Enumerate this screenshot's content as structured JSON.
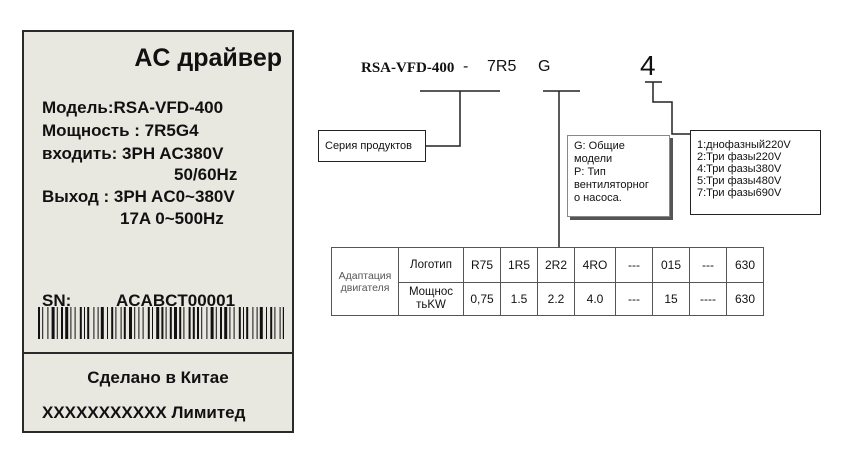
{
  "nameplate": {
    "title": "AC драйвер",
    "model": "Модель:RSA-VFD-400",
    "power": "Мощность : 7R5G4",
    "input_line1": "входить: 3PH AC380V",
    "input_line2": "50/60Hz",
    "output_line1": "Выход : 3PH AC0~380V",
    "output_line2": "17A 0~500Hz",
    "sn_label": "SN:",
    "sn_value": "ACABCT00001",
    "origin": "Сделано в Китае",
    "maker": "ХХХХХХХХХХХ Лимитед"
  },
  "model_code": {
    "series": "RSA-VFD-400",
    "dash": "-",
    "power": "7R5",
    "type": "G",
    "voltage": "4"
  },
  "callouts": {
    "series": "Серия продуктов",
    "type_lines": [
      "G: Общие",
      "модели",
      "P: Тип",
      "вентиляторног",
      "о насоса."
    ],
    "voltage_lines": [
      "1:днофазный220V",
      "2:Три фазы220V",
      "4:Три фазы380V",
      "5:Три фазы480V",
      "7:Три фазы690V"
    ]
  },
  "table": {
    "row_header": "Адаптация двигателя",
    "row1_label": "Логотип",
    "row1": [
      "R75",
      "1R5",
      "2R2",
      "4RO",
      "---",
      "015",
      "---",
      "630"
    ],
    "row2_label": "Мощнос тьKW",
    "row2": [
      "0,75",
      "1.5",
      "2.2",
      "4.0",
      "---",
      "15",
      "----",
      "630"
    ]
  }
}
